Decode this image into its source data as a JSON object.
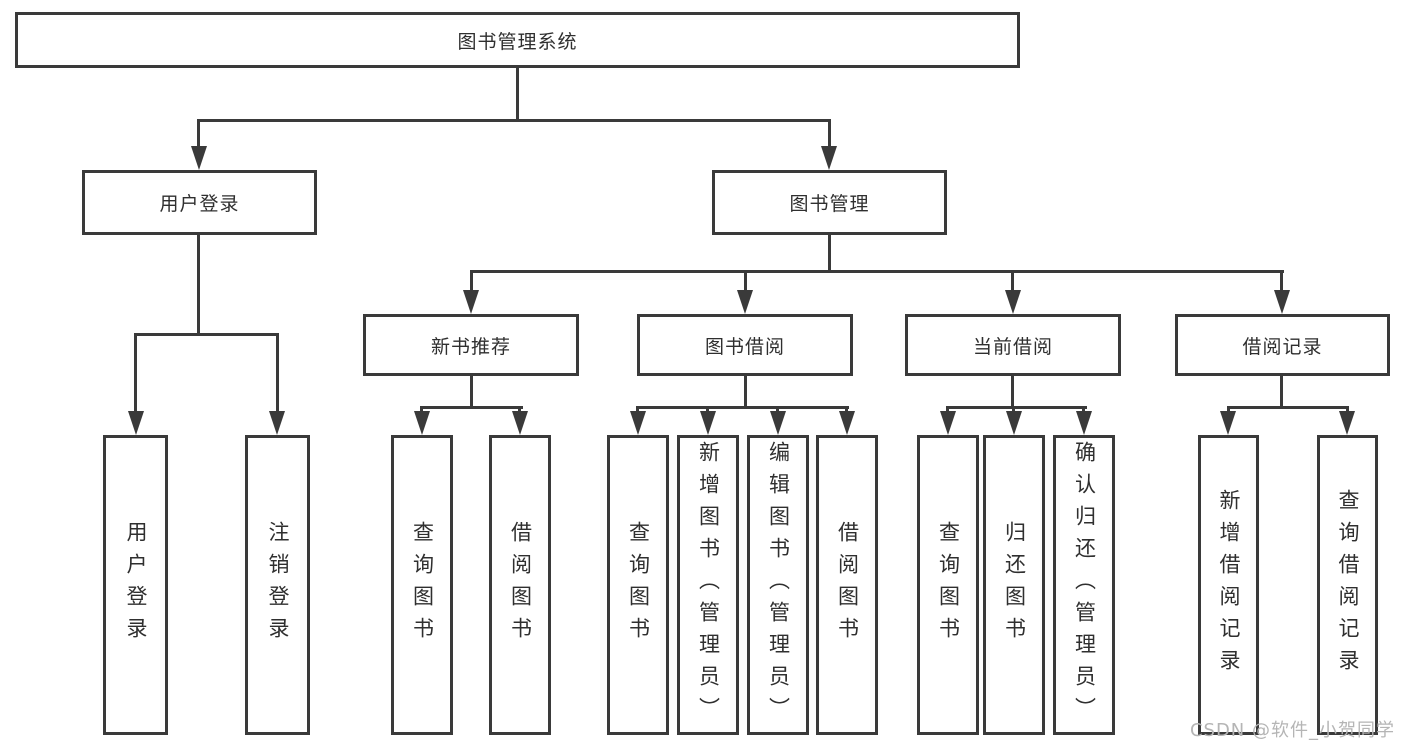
{
  "nodes": {
    "root": "图书管理系统",
    "user_login": "用户登录",
    "book_management": "图书管理",
    "new_book_recommend": "新书推荐",
    "book_borrow": "图书借阅",
    "current_borrow": "当前借阅",
    "borrow_records": "借阅记录"
  },
  "leaves": {
    "user_login": "用户登录",
    "logout": "注销登录",
    "recommend_query_book": "查询图书",
    "recommend_borrow_book": "借阅图书",
    "borrow_query_book": "查询图书",
    "borrow_add_book_admin": "新增图书（管理员）",
    "borrow_edit_book_admin": "编辑图书（管理员）",
    "borrow_borrow_book": "借阅图书",
    "current_query_book": "查询图书",
    "current_return_book": "归还图书",
    "current_confirm_return_admin": "确认归还（管理员）",
    "records_add_record": "新增借阅记录",
    "records_query_record": "查询借阅记录"
  },
  "hierarchy": {
    "图书管理系统": [
      "用户登录",
      "图书管理"
    ],
    "用户登录": [
      "用户登录",
      "注销登录"
    ],
    "图书管理": [
      "新书推荐",
      "图书借阅",
      "当前借阅",
      "借阅记录"
    ],
    "新书推荐": [
      "查询图书",
      "借阅图书"
    ],
    "图书借阅": [
      "查询图书",
      "新增图书（管理员）",
      "编辑图书（管理员）",
      "借阅图书"
    ],
    "当前借阅": [
      "查询图书",
      "归还图书",
      "确认归还（管理员）"
    ],
    "借阅记录": [
      "新增借阅记录",
      "查询借阅记录"
    ]
  },
  "watermark": "CSDN @软件_小贺同学",
  "colors": {
    "line": "#3a3a3a",
    "text": "#2f2f2f",
    "watermark": "#b5b5b5",
    "background": "#ffffff"
  }
}
